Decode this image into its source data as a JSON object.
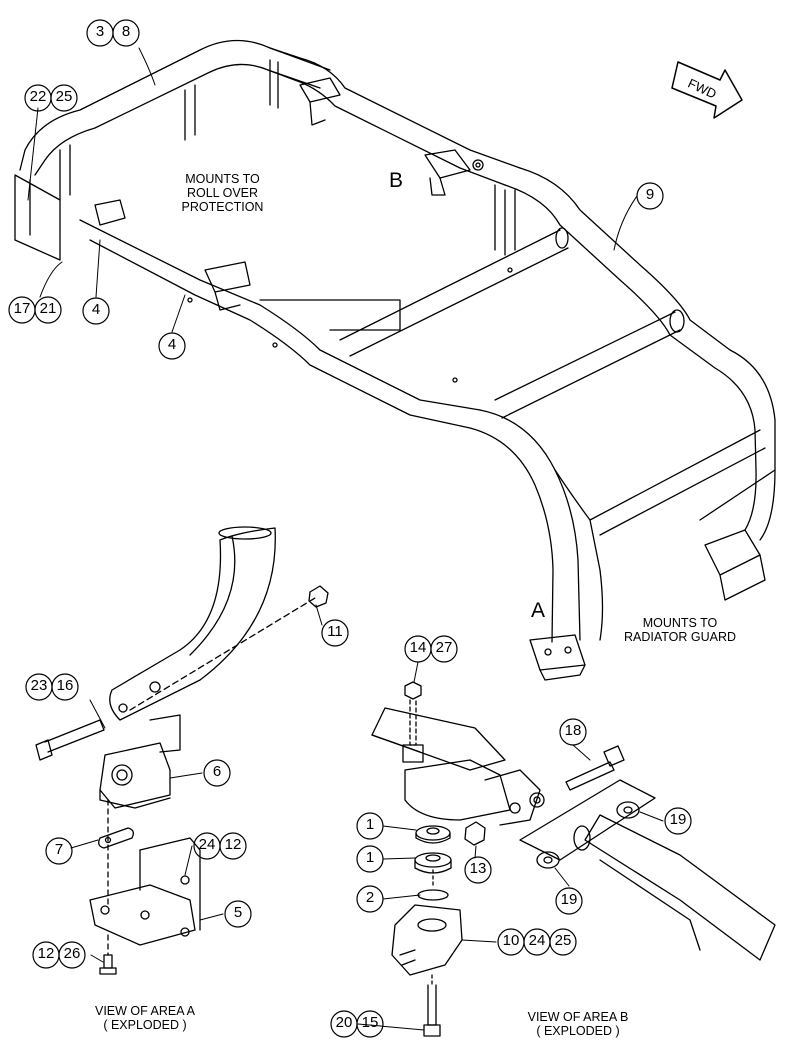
{
  "colors": {
    "line": "#000000",
    "background": "#ffffff"
  },
  "labels": {
    "mounts_rops_1": "MOUNTS TO",
    "mounts_rops_2": "ROLL OVER",
    "mounts_rops_3": "PROTECTION",
    "mounts_rad_1": "MOUNTS TO",
    "mounts_rad_2": "RADIATOR GUARD",
    "area_b": "B",
    "area_a": "A",
    "fwd": "FWD",
    "view_a_1": "VIEW OF AREA A",
    "view_a_2": "( EXPLODED )",
    "view_b_1": "VIEW OF AREA B",
    "view_b_2": "( EXPLODED )"
  },
  "callouts": {
    "c3": "3",
    "c8": "8",
    "c22": "22",
    "c25a": "25",
    "c17": "17",
    "c21": "21",
    "c4a": "4",
    "c4b": "4",
    "c9": "9",
    "c11": "11",
    "c23": "23",
    "c16": "16",
    "c6": "6",
    "c7": "7",
    "c24a": "24",
    "c12a": "12",
    "c5": "5",
    "c12b": "12",
    "c26": "26",
    "c14": "14",
    "c27": "27",
    "c18": "18",
    "c1a": "1",
    "c1b": "1",
    "c13": "13",
    "c19a": "19",
    "c19b": "19",
    "c2": "2",
    "c10": "10",
    "c24b": "24",
    "c25b": "25",
    "c20": "20",
    "c15": "15"
  }
}
